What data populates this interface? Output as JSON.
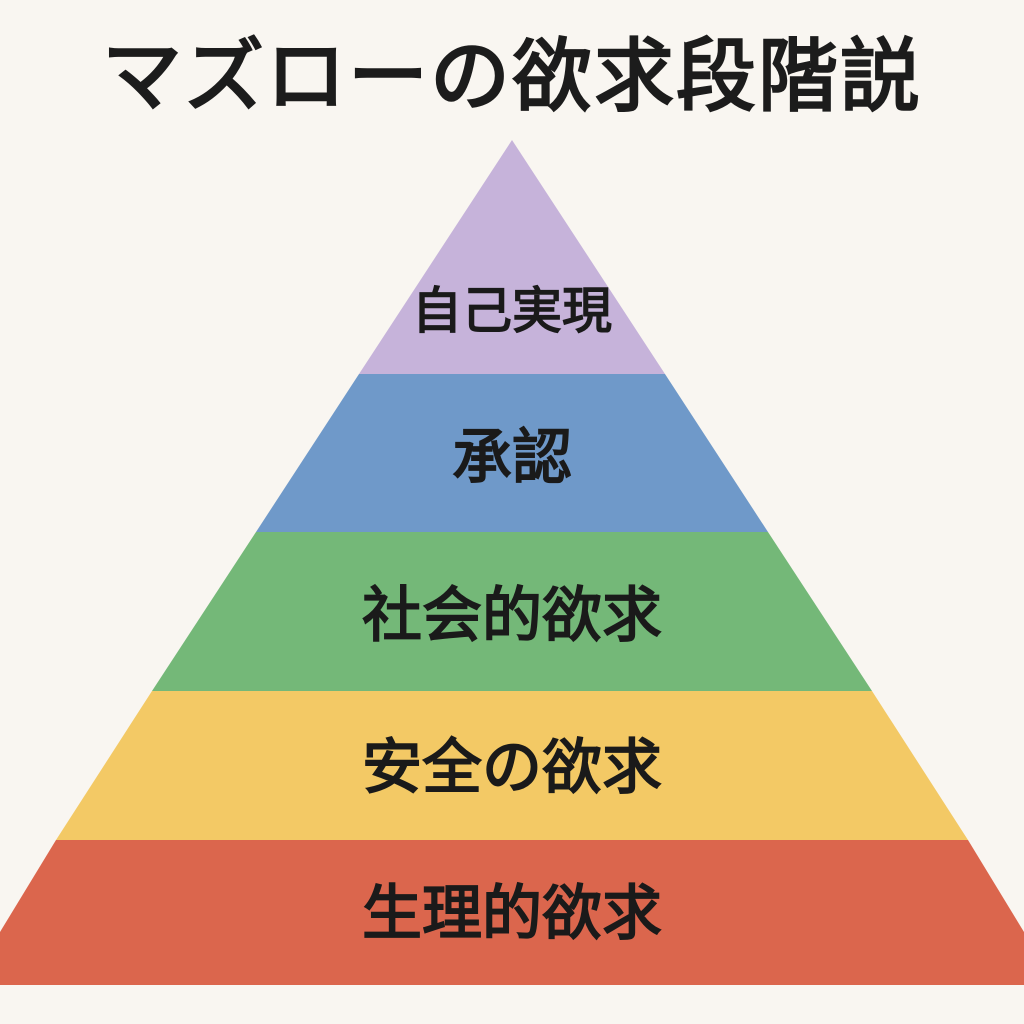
{
  "title": "マズローの欲求段階説",
  "tiers": [
    {
      "label": "自己実現",
      "color": "#c6b3da"
    },
    {
      "label": "承認",
      "color": "#6f99c9"
    },
    {
      "label": "社会的欲求",
      "color": "#74b878"
    },
    {
      "label": "安全の欲求",
      "color": "#f3c965"
    },
    {
      "label": "生理的欲求",
      "color": "#db664d"
    }
  ]
}
